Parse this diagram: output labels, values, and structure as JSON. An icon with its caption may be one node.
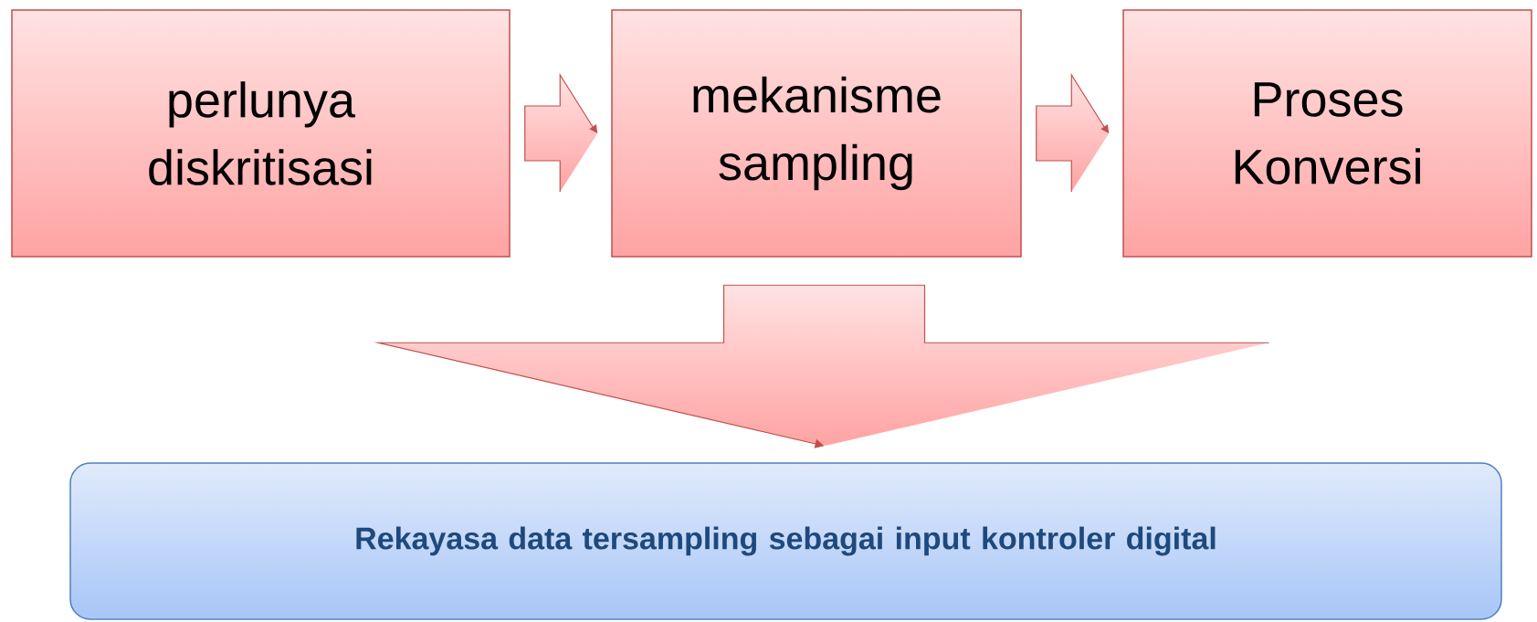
{
  "diagram": {
    "nodes": [
      {
        "text": [
          "perlunya diskritisasi"
        ]
      },
      {
        "text": [
          "mekanisme sampling"
        ]
      },
      {
        "text": [
          "Proses Konversi"
        ]
      },
      {
        "text": [
          "Rekayasa data tersampling sebagai input kontroler digital"
        ]
      }
    ],
    "edges": [
      {
        "from": 0,
        "to": 1,
        "arrow": "to"
      },
      {
        "from": 1,
        "to": 2,
        "arrow": "to"
      },
      {
        "from": null,
        "to": 3,
        "arrow": "to"
      }
    ]
  }
}
